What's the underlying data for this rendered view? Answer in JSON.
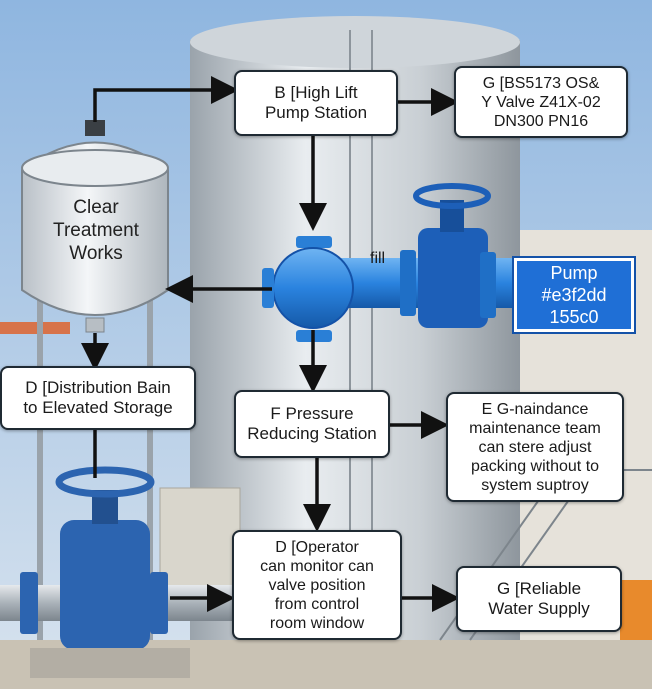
{
  "tank": {
    "label": "Clear\nTreatment\nWorks"
  },
  "fill_label": "fill",
  "boxes": {
    "B": "B [High Lift\nPump Station",
    "G1": "G [BS5173 OS&\nY Valve Z41X-02\nDN300 PN16",
    "pump": "Pump\n#e3f2dd\n155c0",
    "D1": "D [Distribution Bain\nto Elevated Storage",
    "F": "F Pressure\nReducing Station",
    "E": "E G-naindance\nmaintenance team\ncan stere adjust\npacking without to\nsystem suptroy",
    "D2": "D [Operator\ncan monitor  can\nvalve position\nfrom control\nroom window",
    "G2": "G [Reliable\nWater Supply"
  },
  "colors": {
    "sky": "#a9c7e6",
    "tank": "#dfe3e8",
    "pipe_blue": "#2f86df",
    "valve_blue": "#1d5fb8",
    "pump_box": "#1f6fd6",
    "arrow": "#111111"
  },
  "icons": [
    "valve-icon",
    "storage-tank-icon",
    "pipe-cross-icon"
  ]
}
